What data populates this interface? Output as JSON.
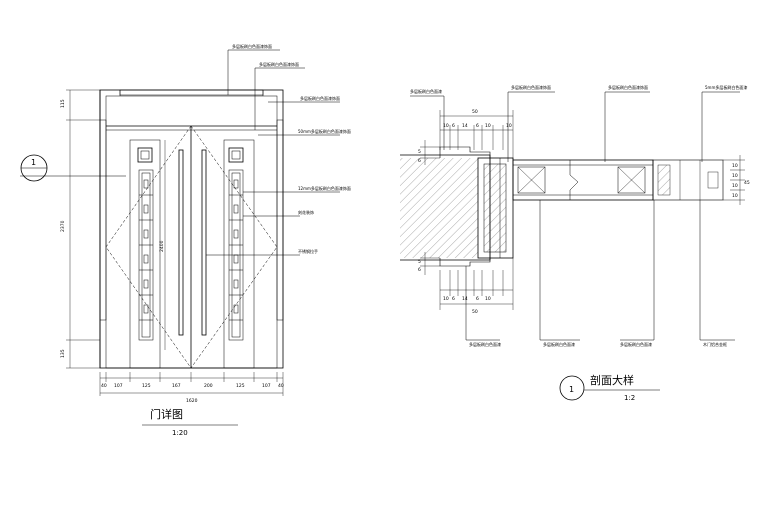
{
  "door_elevation": {
    "title": "门详图",
    "scale": "1:20",
    "section_marker": "1",
    "overall_width": "1620",
    "bottom_dims": [
      "40",
      "107",
      "125",
      "167",
      "200",
      "125",
      "107",
      "40"
    ],
    "left_dims": [
      "115",
      "2370",
      "135"
    ],
    "center_dim": "2400",
    "notes": [
      "多层板刷白色面漆饰面",
      "多层板刷白色面漆饰面",
      "多层板刷白色面漆饰面",
      "50mm多层板刷白色面漆饰面",
      "12mm多层板刷白色面漆饰面",
      "刻花装饰",
      "不锈钢拉手"
    ]
  },
  "section_detail": {
    "title": "剖面大样",
    "scale": "1:2",
    "marker": "1",
    "top_dims": [
      "50",
      "10",
      "6",
      "14",
      "6",
      "10",
      "10"
    ],
    "bottom_dims": [
      "10",
      "6",
      "14",
      "6",
      "10",
      "50"
    ],
    "left_dims": [
      "5",
      "6"
    ],
    "left_bottom_dims": [
      "5",
      "6"
    ],
    "right_dims": [
      "10",
      "10",
      "10",
      "10",
      "45"
    ],
    "notes_top": [
      "多层板刷白色面漆",
      "多层板刷白色面漆饰面",
      "多层板刷白色面漆饰面",
      "5mm多层板刷白色面漆"
    ],
    "notes_bottom": [
      "多层板刷白色面漆",
      "多层板刷白色面漆",
      "多层板刷白色面漆",
      "木门铝合金框"
    ]
  }
}
